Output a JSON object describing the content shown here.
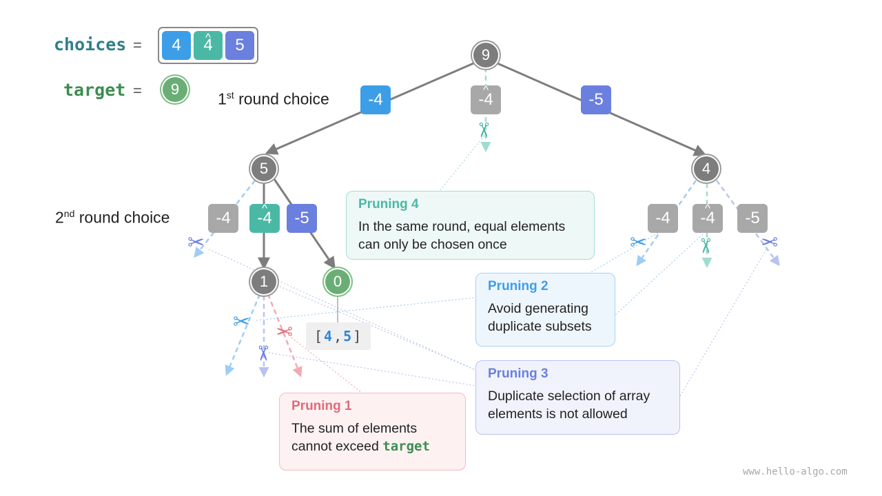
{
  "choices": {
    "label": "choices",
    "equals": "=",
    "elements": [
      {
        "value": "4",
        "hat": "",
        "color": "#3d9ee8"
      },
      {
        "value": "4",
        "hat": "^",
        "color": "#4bb8a6"
      },
      {
        "value": "5",
        "hat": "",
        "color": "#6a7fde"
      }
    ]
  },
  "target": {
    "label": "target",
    "equals": "=",
    "value": "9"
  },
  "rounds": {
    "first": {
      "prefix": "1",
      "sup": "st",
      "suffix": " round choice"
    },
    "second": {
      "prefix": "2",
      "sup": "nd",
      "suffix": " round choice"
    }
  },
  "tree": {
    "root": "9",
    "left_node": "5",
    "right_node": "4",
    "node_one": "1",
    "node_zero": "0",
    "round1_choices": [
      {
        "value": "-4",
        "hat": "",
        "color": "#3d9ee8"
      },
      {
        "value": "-4",
        "hat": "^",
        "color": "#a8a8a8"
      },
      {
        "value": "-5",
        "hat": "",
        "color": "#6a7fde"
      }
    ],
    "round2_left_choices": [
      {
        "value": "-4",
        "hat": "",
        "color": "#a8a8a8"
      },
      {
        "value": "-4",
        "hat": "^",
        "color": "#4bb8a6"
      },
      {
        "value": "-5",
        "hat": "",
        "color": "#6a7fde"
      }
    ],
    "round2_right_choices": [
      {
        "value": "-4",
        "hat": "",
        "color": "#a8a8a8"
      },
      {
        "value": "-4",
        "hat": "^",
        "color": "#a8a8a8"
      },
      {
        "value": "-5",
        "hat": "",
        "color": "#a8a8a8"
      }
    ]
  },
  "result": {
    "open": "[",
    "a": "4",
    "sep": ",",
    "b": "5",
    "close": "]"
  },
  "callouts": {
    "pruning1": {
      "title": "Pruning 1",
      "line1": "The sum of elements",
      "line2_prefix": "cannot exceed ",
      "line2_code": "target",
      "title_color": "#e06b78",
      "bg": "#fdf1f2",
      "border": "#f2b9c0"
    },
    "pruning2": {
      "title": "Pruning 2",
      "line1": "Avoid generating",
      "line2": "duplicate subsets",
      "title_color": "#3d9ee8",
      "bg": "#eef6fd",
      "border": "#a8d1f3"
    },
    "pruning3": {
      "title": "Pruning 3",
      "line1": "Duplicate selection of array",
      "line2": "elements is not allowed",
      "title_color": "#6a7fde",
      "bg": "#f1f3fc",
      "border": "#b7c1ee"
    },
    "pruning4": {
      "title": "Pruning 4",
      "line1": "In the same round, equal elements",
      "line2": "can only be chosen once",
      "title_color": "#4bb8a6",
      "bg": "#eef8f6",
      "border": "#a8ddd3"
    }
  },
  "icons": {
    "scissors": "scissors-icon"
  },
  "colors": {
    "node_gray": "#7d7d7d",
    "node_green": "#6aae76",
    "choices_label": "#2f7f86",
    "target_label": "#3d8d4f"
  },
  "watermark": "www.hello-algo.com"
}
